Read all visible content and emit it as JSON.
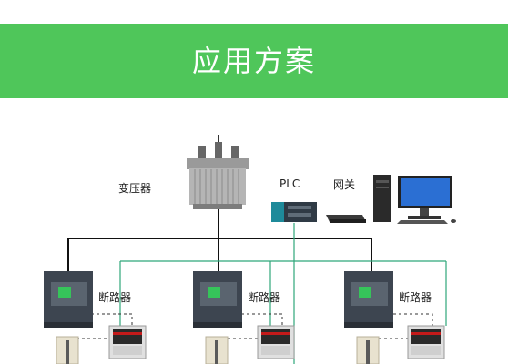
{
  "banner": {
    "title": "应用方案"
  },
  "labels": {
    "transformer": "变压器",
    "plc": "PLC",
    "gateway": "网关",
    "breaker": "断路器"
  },
  "colors": {
    "banner": "#4fc65a",
    "bus_line": "#111111",
    "comm_line": "#2fa67a",
    "breaker_green": "#36c45a",
    "screen_blue": "#2b6fd3",
    "meter_red": "#c41a1a"
  },
  "icons": [
    "transformer-icon",
    "plc-icon",
    "gateway-icon",
    "computer-icon",
    "breaker-icon",
    "meter-icon",
    "current-transformer-icon"
  ]
}
